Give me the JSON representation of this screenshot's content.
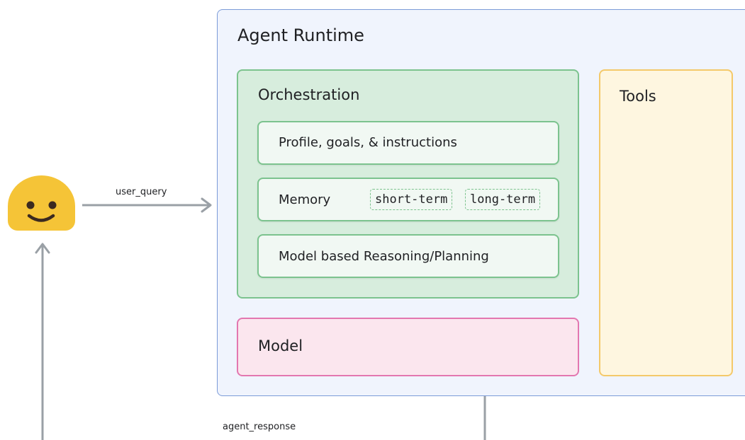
{
  "edges": {
    "user_query": "user_query",
    "agent_response": "agent_response"
  },
  "runtime": {
    "title": "Agent Runtime",
    "orchestration": {
      "title": "Orchestration",
      "profile": "Profile, goals, & instructions",
      "memory": {
        "label": "Memory",
        "short_term": "short-term",
        "long_term": "long-term"
      },
      "reasoning": "Model based Reasoning/Planning"
    },
    "model": "Model",
    "tools": "Tools"
  },
  "colors": {
    "runtime_fill": "#f0f4fd",
    "runtime_border": "#7b9bd8",
    "orchestration_fill": "#d7eddd",
    "orchestration_border": "#7cc38e",
    "model_fill": "#fbe6ee",
    "model_border": "#e377b0",
    "tools_fill": "#fef6e0",
    "tools_border": "#f4c96a",
    "face": "#f5c437",
    "arrow": "#9aa0a6"
  },
  "icons": {
    "user": "smiley-face-icon"
  }
}
